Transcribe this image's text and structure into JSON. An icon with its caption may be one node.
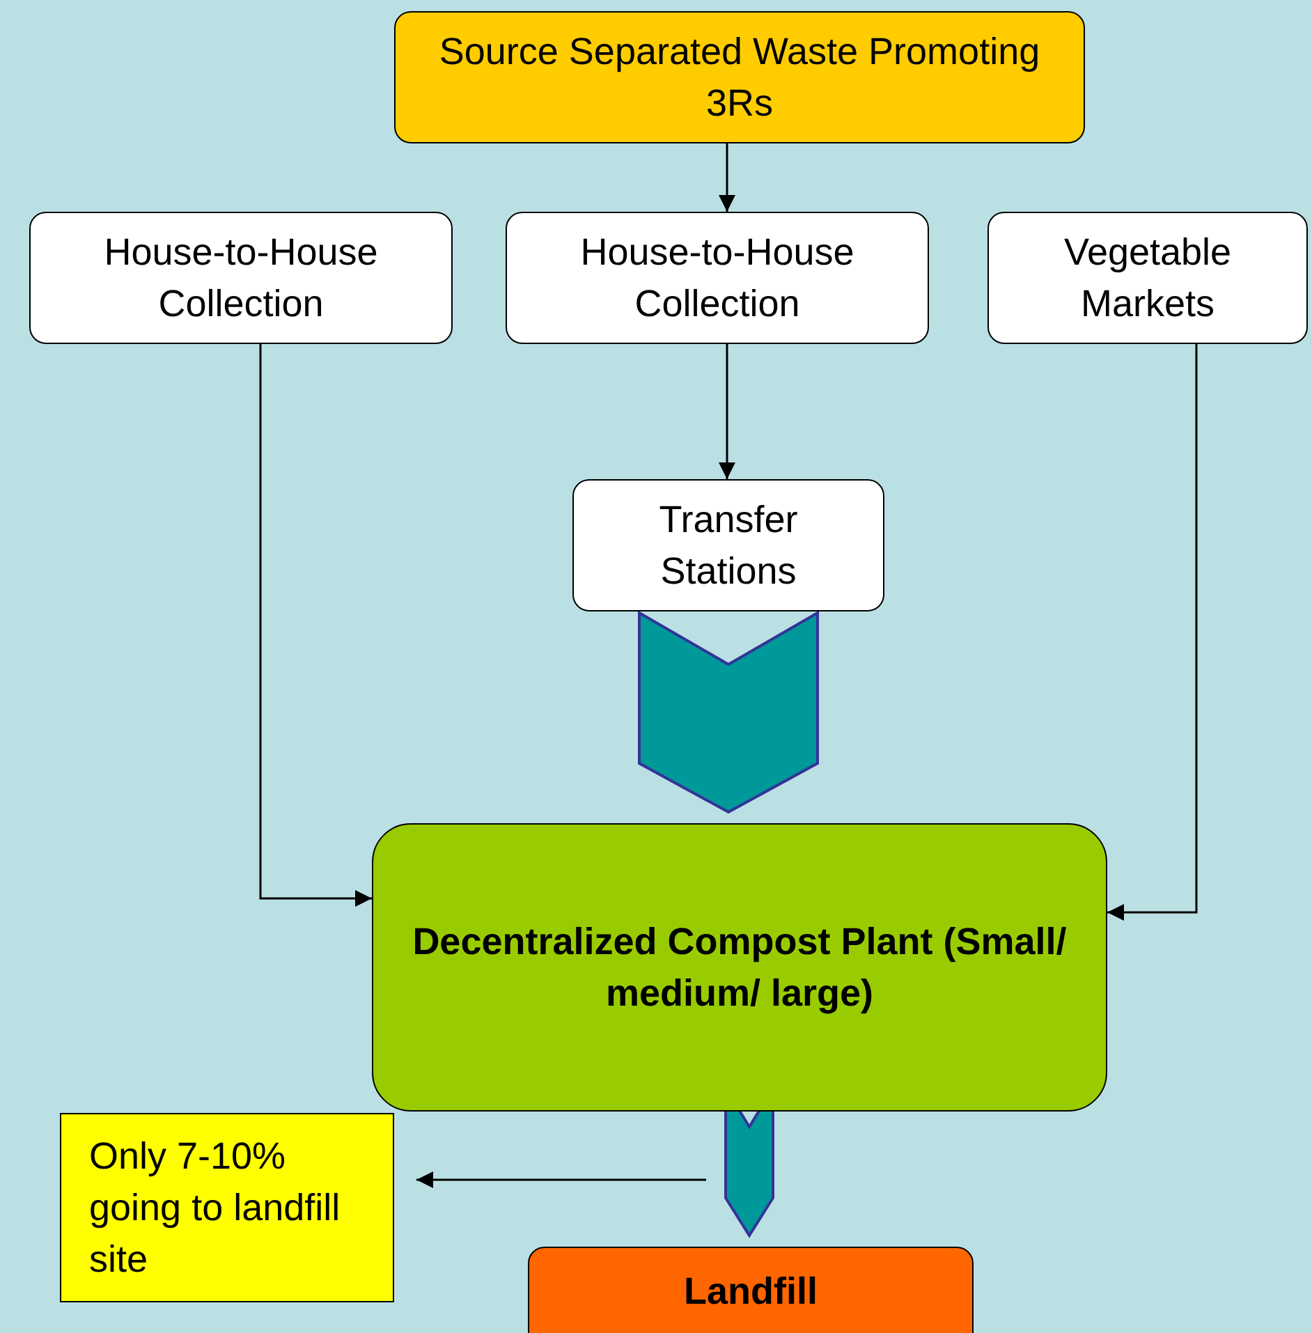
{
  "diagram": {
    "nodes": [
      {
        "text": [
          "Source Separated Waste Promoting 3Rs"
        ]
      },
      {
        "text": [
          "House-to-House Collection"
        ]
      },
      {
        "text": [
          "House-to-House Collection"
        ]
      },
      {
        "text": [
          "Vegetable Markets"
        ]
      },
      {
        "text": [
          "Transfer Stations"
        ]
      },
      {
        "text": [
          "Decentralized Compost Plant (Small/ medium/ large)"
        ]
      },
      {
        "text": [
          "Only 7-10% going to landfill site"
        ]
      },
      {
        "text": [
          "Landfill"
        ]
      }
    ],
    "edges": [
      {
        "from": 0,
        "to": 2,
        "arrow": "to"
      },
      {
        "from": 1,
        "to": 5,
        "arrow": "to"
      },
      {
        "from": 2,
        "to": 4,
        "arrow": "to"
      },
      {
        "from": 3,
        "to": 5,
        "arrow": "to"
      },
      {
        "from": 4,
        "to": 5,
        "arrow": "to",
        "style": "thick",
        "color": "#009999"
      },
      {
        "from": 5,
        "to": 7,
        "arrow": "to",
        "style": "thick",
        "color": "#009999"
      },
      {
        "from": null,
        "to": 6,
        "arrow": "to"
      }
    ]
  }
}
